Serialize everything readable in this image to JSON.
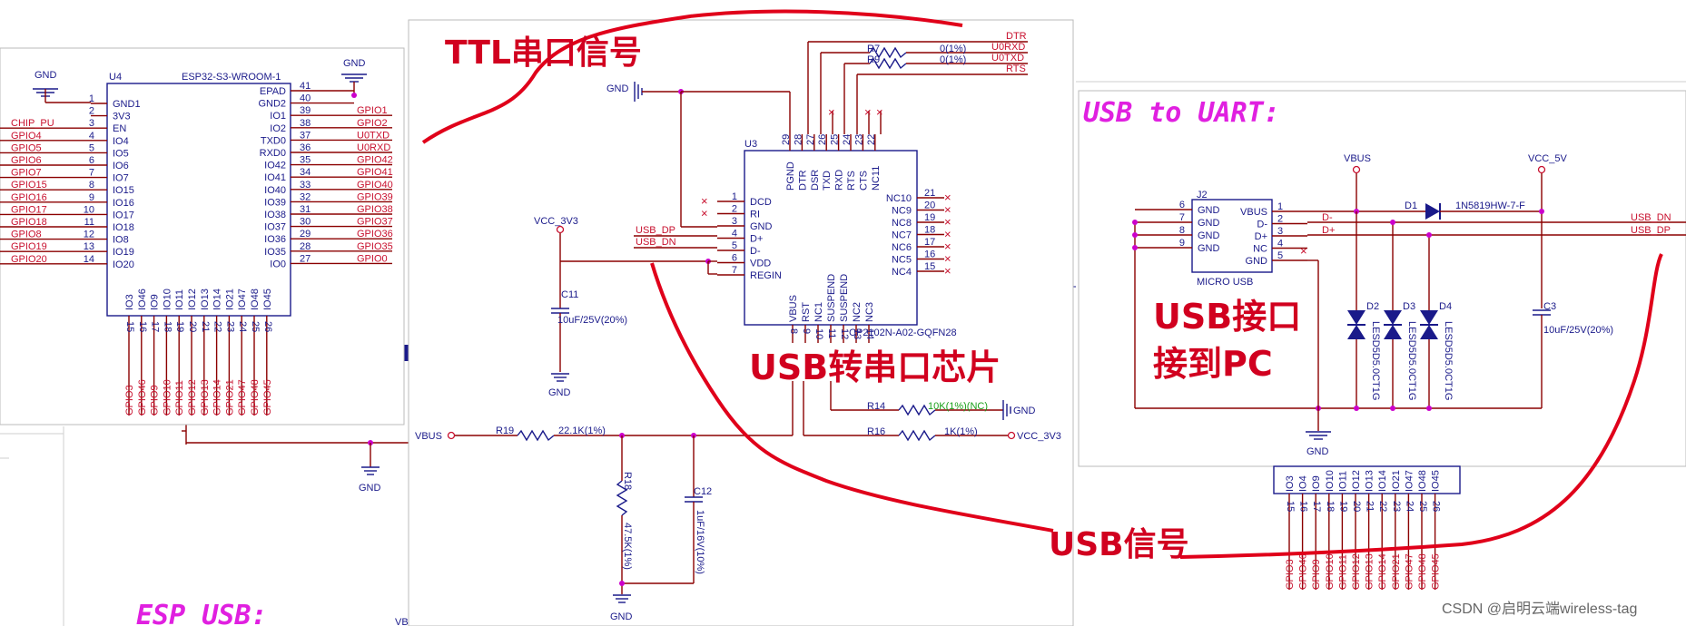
{
  "annotations": {
    "ttl": "TTL串口信号",
    "usb_to_uart": "USB to UART:",
    "usb_port": "USB接口",
    "to_pc": "接到PC",
    "usb_chip": "USB转串口芯片",
    "usb_signal": "USB信号",
    "esp_usb": "ESP USB:",
    "watermark": "CSDN @启明云端wireless-tag"
  },
  "colors": {
    "wire": "#8b0000",
    "pin": "#1a1a8a",
    "net": "#c8102e",
    "anno": "#d1001f",
    "magenta": "#e020e0"
  },
  "u4": {
    "ref": "U4",
    "part": "ESP32-S3-WROOM-1",
    "gnd": "GND",
    "left": [
      {
        "num": "1",
        "pin": "GND1",
        "net": ""
      },
      {
        "num": "2",
        "pin": "3V3",
        "net": ""
      },
      {
        "num": "3",
        "pin": "EN",
        "net": "CHIP_PU"
      },
      {
        "num": "4",
        "pin": "IO4",
        "net": "GPIO4"
      },
      {
        "num": "5",
        "pin": "IO5",
        "net": "GPIO5"
      },
      {
        "num": "6",
        "pin": "IO6",
        "net": "GPIO6"
      },
      {
        "num": "7",
        "pin": "IO7",
        "net": "GPIO7"
      },
      {
        "num": "8",
        "pin": "IO15",
        "net": "GPIO15"
      },
      {
        "num": "9",
        "pin": "IO16",
        "net": "GPIO16"
      },
      {
        "num": "10",
        "pin": "IO17",
        "net": "GPIO17"
      },
      {
        "num": "11",
        "pin": "IO18",
        "net": "GPIO18"
      },
      {
        "num": "12",
        "pin": "IO8",
        "net": "GPIO8"
      },
      {
        "num": "13",
        "pin": "IO19",
        "net": "GPIO19"
      },
      {
        "num": "14",
        "pin": "IO20",
        "net": "GPIO20"
      }
    ],
    "right": [
      {
        "num": "41",
        "pin": "EPAD",
        "net": ""
      },
      {
        "num": "40",
        "pin": "GND2",
        "net": ""
      },
      {
        "num": "39",
        "pin": "IO1",
        "net": "GPIO1"
      },
      {
        "num": "38",
        "pin": "IO2",
        "net": "GPIO2"
      },
      {
        "num": "37",
        "pin": "TXD0",
        "net": "U0TXD"
      },
      {
        "num": "36",
        "pin": "RXD0",
        "net": "U0RXD"
      },
      {
        "num": "35",
        "pin": "IO42",
        "net": "GPIO42"
      },
      {
        "num": "34",
        "pin": "IO41",
        "net": "GPIO41"
      },
      {
        "num": "33",
        "pin": "IO40",
        "net": "GPIO40"
      },
      {
        "num": "32",
        "pin": "IO39",
        "net": "GPIO39"
      },
      {
        "num": "31",
        "pin": "IO38",
        "net": "GPIO38"
      },
      {
        "num": "30",
        "pin": "IO37",
        "net": "GPIO37"
      },
      {
        "num": "29",
        "pin": "IO36",
        "net": "GPIO36"
      },
      {
        "num": "28",
        "pin": "IO35",
        "net": "GPIO35"
      },
      {
        "num": "27",
        "pin": "IO0",
        "net": "GPIO0"
      }
    ],
    "bottom": [
      {
        "num": "15",
        "pin": "IO3",
        "net": "GPIO3"
      },
      {
        "num": "16",
        "pin": "IO46",
        "net": "GPIO46"
      },
      {
        "num": "17",
        "pin": "IO9",
        "net": "GPIO9"
      },
      {
        "num": "18",
        "pin": "IO10",
        "net": "GPIO10"
      },
      {
        "num": "19",
        "pin": "IO11",
        "net": "GPIO11"
      },
      {
        "num": "20",
        "pin": "IO12",
        "net": "GPIO12"
      },
      {
        "num": "21",
        "pin": "IO13",
        "net": "GPIO13"
      },
      {
        "num": "22",
        "pin": "IO14",
        "net": "GPIO14"
      },
      {
        "num": "23",
        "pin": "IO21",
        "net": "GPIO21"
      },
      {
        "num": "24",
        "pin": "IO47",
        "net": "GPIO47"
      },
      {
        "num": "25",
        "pin": "IO48",
        "net": "GPIO48"
      },
      {
        "num": "26",
        "pin": "IO45",
        "net": "GPIO45"
      }
    ],
    "gnd_bottom": "GND"
  },
  "u3": {
    "ref": "U3",
    "part": "CP2102N-A02-GQFN28",
    "gnd": "GND",
    "vcc": "VCC_3V3",
    "top": [
      {
        "num": "29",
        "pin": "PGND"
      },
      {
        "num": "28",
        "pin": "DTR"
      },
      {
        "num": "27",
        "pin": "DSR"
      },
      {
        "num": "26",
        "pin": "TXD"
      },
      {
        "num": "25",
        "pin": "RXD"
      },
      {
        "num": "24",
        "pin": "RTS"
      },
      {
        "num": "23",
        "pin": "CTS"
      },
      {
        "num": "22",
        "pin": "NC11"
      }
    ],
    "left": [
      {
        "num": "1",
        "pin": "DCD"
      },
      {
        "num": "2",
        "pin": "RI"
      },
      {
        "num": "3",
        "pin": "GND"
      },
      {
        "num": "4",
        "pin": "D+"
      },
      {
        "num": "5",
        "pin": "D-"
      },
      {
        "num": "6",
        "pin": "VDD"
      },
      {
        "num": "7",
        "pin": "REGIN"
      }
    ],
    "right": [
      {
        "num": "21",
        "pin": "NC10"
      },
      {
        "num": "20",
        "pin": "NC9"
      },
      {
        "num": "19",
        "pin": "NC8"
      },
      {
        "num": "18",
        "pin": "NC7"
      },
      {
        "num": "17",
        "pin": "NC6"
      },
      {
        "num": "16",
        "pin": "NC5"
      },
      {
        "num": "15",
        "pin": "NC4"
      }
    ],
    "bottom": [
      {
        "num": "8",
        "pin": "VBUS"
      },
      {
        "num": "9",
        "pin": "RST"
      },
      {
        "num": "10",
        "pin": "NC1"
      },
      {
        "num": "11",
        "pin": "SUSPEND"
      },
      {
        "num": "12",
        "pin": "SUSPEND"
      },
      {
        "num": "13",
        "pin": "NC2"
      },
      {
        "num": "14",
        "pin": "NC3"
      }
    ],
    "nets_right": [
      "DTR",
      "U0RXD",
      "U0TXD",
      "RTS"
    ],
    "r7": "R7",
    "r7v": "0(1%)",
    "r9": "R9",
    "r9v": "0(1%)",
    "usb_dp": "USB_DP",
    "usb_dn": "USB_DN",
    "c11": "C11",
    "c11v": "10uF/25V(20%)",
    "gnd2": "GND",
    "vbus": "VBUS",
    "r19": "R19",
    "r19v": "22.1K(1%)",
    "r18": "R18",
    "r18v": "47.5K(1%)",
    "c12": "C12",
    "c12v": "1uF/16V(10%)",
    "gnd3": "GND",
    "r14": "R14",
    "r14v": "10K(1%)(NC)",
    "gnd4": "GND",
    "r16": "R16",
    "r16v": "1K(1%)",
    "vcc2": "VCC_3V3"
  },
  "j2": {
    "ref": "J2",
    "part": "MICRO USB",
    "pins_left": [
      {
        "num": "6",
        "pin": "GND"
      },
      {
        "num": "7",
        "pin": "GND"
      },
      {
        "num": "8",
        "pin": "GND"
      },
      {
        "num": "9",
        "pin": "GND"
      }
    ],
    "pins_right": [
      {
        "num": "1",
        "pin": "VBUS"
      },
      {
        "num": "2",
        "pin": "D-"
      },
      {
        "num": "3",
        "pin": "D+"
      },
      {
        "num": "4",
        "pin": "NC"
      },
      {
        "num": "5",
        "pin": "GND"
      }
    ],
    "vbus": "VBUS",
    "vcc5": "VCC_5V",
    "dminus": "D-",
    "dplus": "D+",
    "d1": "D1",
    "d1v": "1N5819HW-7-F",
    "usb_dn": "USB_DN",
    "usb_dp": "USB_DP",
    "d2": "D2",
    "d3": "D3",
    "d4": "D4",
    "tvs": "LESD5D5.0CT1G",
    "c3": "C3",
    "c3v": "10uF/25V(20%)",
    "gnd": "GND"
  },
  "u4b": {
    "pins": [
      {
        "num": "15",
        "pin": "IO3",
        "net": "GPIO3"
      },
      {
        "num": "16",
        "pin": "IO4",
        "net": "GPIO46"
      },
      {
        "num": "17",
        "pin": "IO9",
        "net": "GPIO9"
      },
      {
        "num": "18",
        "pin": "IO10",
        "net": "GPIO10"
      },
      {
        "num": "19",
        "pin": "IO11",
        "net": "GPIO11"
      },
      {
        "num": "20",
        "pin": "IO12",
        "net": "GPIO12"
      },
      {
        "num": "21",
        "pin": "IO13",
        "net": "GPIO13"
      },
      {
        "num": "22",
        "pin": "IO14",
        "net": "GPIO14"
      },
      {
        "num": "23",
        "pin": "IO21",
        "net": "GPIO21"
      },
      {
        "num": "24",
        "pin": "IO47",
        "net": "GPIO47"
      },
      {
        "num": "25",
        "pin": "IO48",
        "net": "GPIO48"
      },
      {
        "num": "26",
        "pin": "IO45",
        "net": "GPIO45"
      }
    ]
  },
  "bg": {
    "gnd": "GND",
    "vbus": "VBUS",
    "vb2": "VB"
  }
}
